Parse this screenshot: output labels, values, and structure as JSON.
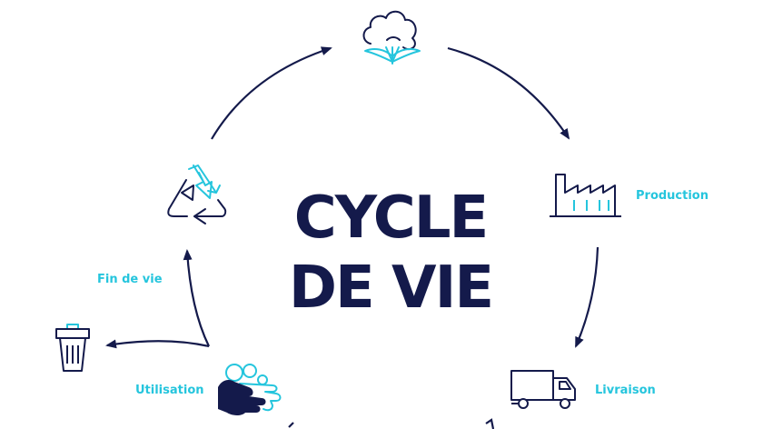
{
  "title": {
    "line1": "CYCLE",
    "line2": "DE VIE"
  },
  "stages": {
    "production": "Production",
    "livraison": "Livraison",
    "utilisation": "Utilisation",
    "fin_de_vie": "Fin de vie"
  },
  "icons": {
    "top": "cotton-plant-icon",
    "production": "factory-icon",
    "livraison": "truck-icon",
    "utilisation": "washing-hands-icon",
    "fin_de_vie": "trash-can-icon",
    "recycle": "recycle-icon"
  },
  "colors": {
    "navy": "#141a4b",
    "cyan": "#25c5dd",
    "background": "#ffffff"
  }
}
